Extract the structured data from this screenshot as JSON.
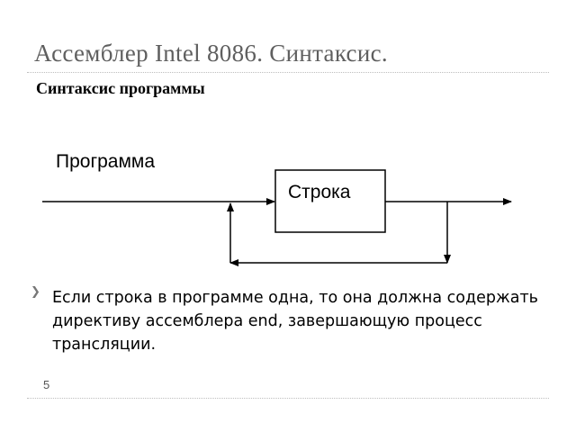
{
  "slide": {
    "title": "Ассемблер Intel 8086. Синтаксис.",
    "subtitle": "Синтаксис программы",
    "page_number": "5"
  },
  "diagram": {
    "input_label": "Программа",
    "box_label": "Строка"
  },
  "bullets": [
    {
      "marker": "❯",
      "text": "Если строка в программе одна, то она должна содержать директиву ассемблера end, завершающую процесс трансляции."
    }
  ]
}
